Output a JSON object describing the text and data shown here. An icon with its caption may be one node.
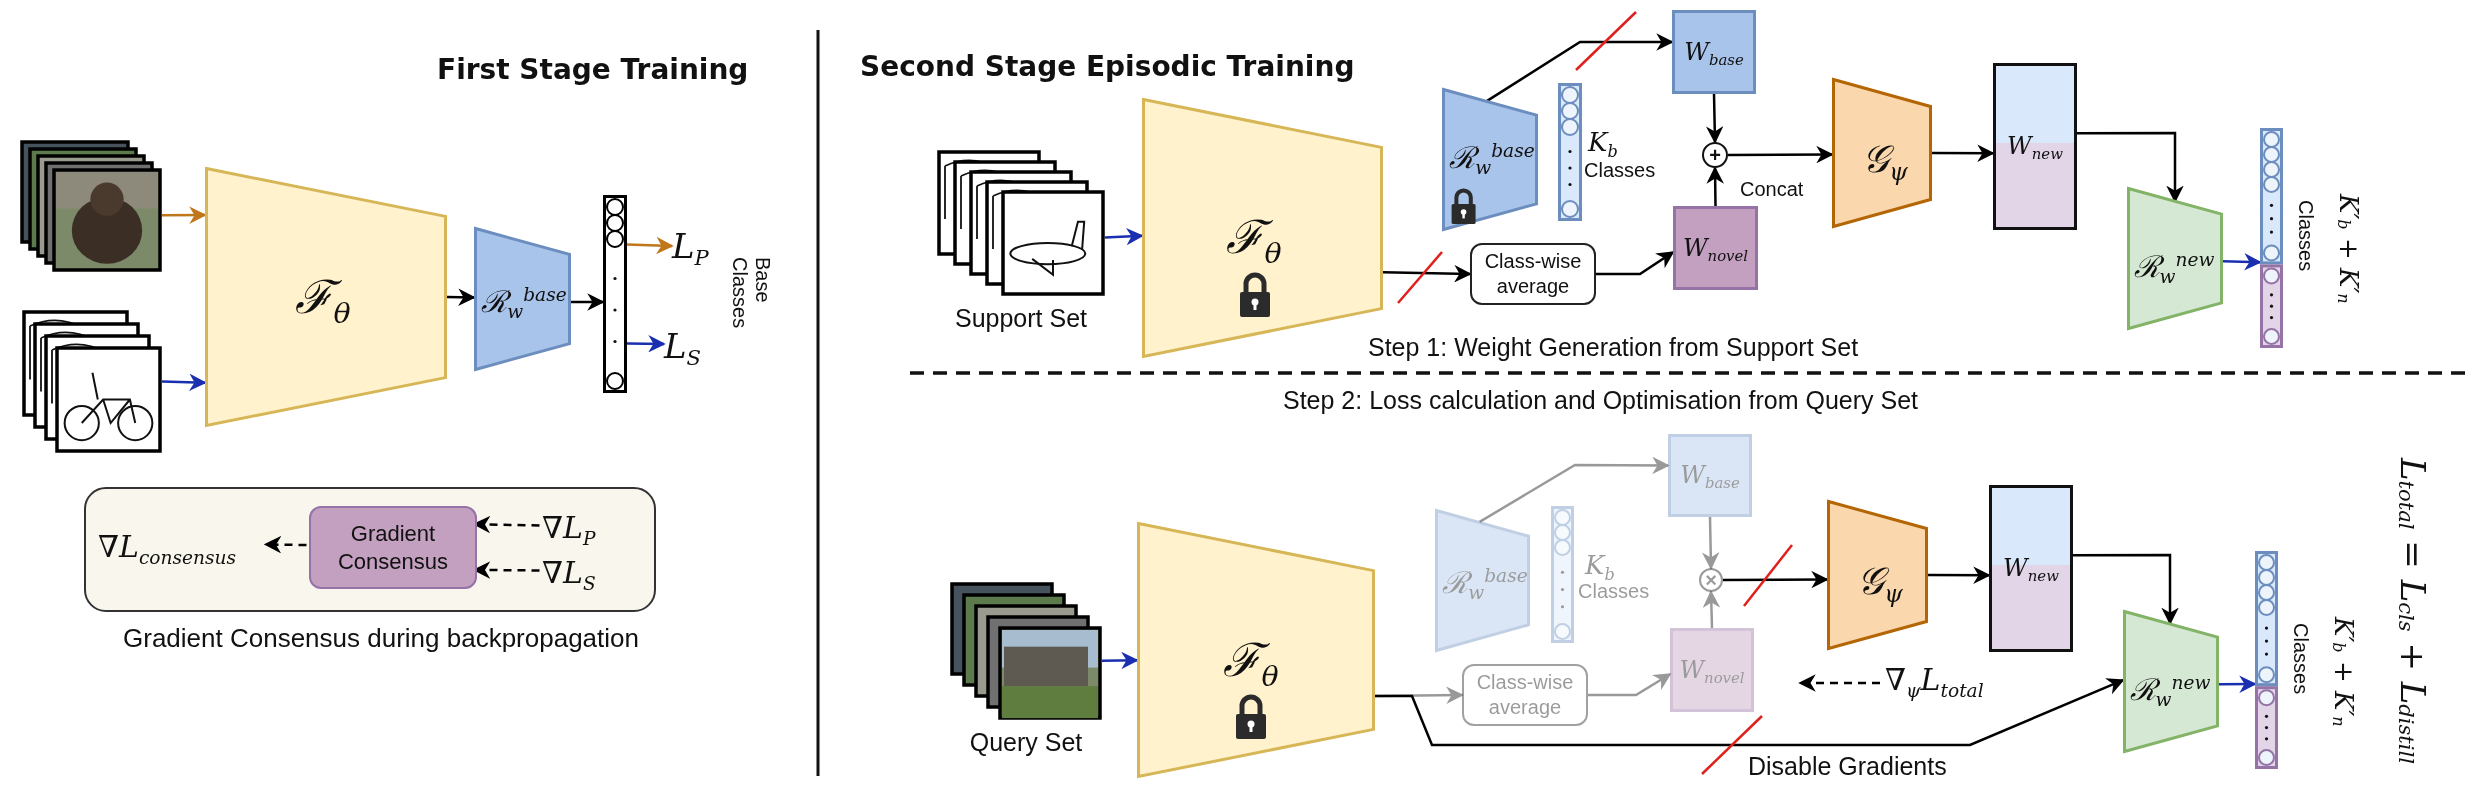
{
  "diagram": {
    "nodes": [
      {
        "text": [],
        "shape": "picture"
      },
      {
        "text": [],
        "shape": "picture"
      },
      {
        "text": [
          "ℱ$_{θ}$"
        ]
      },
      {
        "text": [
          "ℛ$_{w}$$^{base}$"
        ]
      },
      {
        "text": [],
        "shape": "bar"
      },
      {
        "text": [
          "L$_{P}$"
        ]
      },
      {
        "text": [
          "L$_{S}$"
        ]
      },
      {
        "text": [
          "Gradient Consensus during backpropagation"
        ]
      },
      {
        "text": [
          "Gradient Consensus"
        ],
        "in": 7
      },
      {
        "text": [
          "∇L$_{consensus}$"
        ],
        "in": 7
      },
      {
        "text": [
          "∇L$_{P}$"
        ],
        "in": 7
      },
      {
        "text": [
          "∇L$_{S}$"
        ],
        "in": 7
      },
      {
        "text": [],
        "shape": "picture",
        "beside": [
          "Support Set"
        ]
      },
      {
        "text": [
          "ℱ$_{θ}$"
        ]
      },
      {
        "text": [
          "ℛ$_{w}$$^{base}$"
        ]
      },
      {
        "text": [],
        "shape": "bar",
        "beside": [
          "K$_{b}$",
          "Classes"
        ]
      },
      {
        "text": [
          "Class-wise average"
        ]
      },
      {
        "text": [
          "W$_{base}$"
        ]
      },
      {
        "text": [
          "+"
        ]
      },
      {
        "text": [
          "W$_{novel}$"
        ]
      },
      {
        "text": [
          "𝒢$_{ψ}$"
        ]
      },
      {
        "text": [
          "W$_{new}$"
        ]
      },
      {
        "text": [
          "ℛ$_{w}$$^{new}$"
        ]
      },
      {
        "text": [],
        "shape": "bar",
        "beside": [
          "Classes",
          "K′$_{b}$ + K′$_{n}$"
        ]
      },
      {
        "text": [],
        "shape": "picture",
        "beside": [
          "Query Set"
        ]
      },
      {
        "text": [
          "ℱ$_{θ}$"
        ]
      },
      {
        "text": [
          "ℛ$_{w}$$^{base}$"
        ]
      },
      {
        "text": [],
        "shape": "bar",
        "beside": [
          "K$_{b}$",
          "Classes"
        ]
      },
      {
        "text": [
          "Class-wise average"
        ]
      },
      {
        "text": [
          "W$_{base}$"
        ]
      },
      {
        "text": [
          "×"
        ]
      },
      {
        "text": [
          "W$_{novel}$"
        ]
      },
      {
        "text": [
          "𝒢$_{ψ}$"
        ]
      },
      {
        "text": [
          "W$_{new}$"
        ]
      },
      {
        "text": [
          "ℛ$_{w}$$^{new}$"
        ]
      },
      {
        "text": [],
        "shape": "bar",
        "beside": [
          "Classes",
          "K′$_{b}$ + K′$_{n}$"
        ]
      }
    ],
    "edges": [
      {
        "from": 0,
        "to": 2,
        "arrow": "to",
        "color": "#c0761a"
      },
      {
        "from": 1,
        "to": 2,
        "arrow": "to",
        "color": "#1a2fb0"
      },
      {
        "from": 2,
        "to": 3,
        "arrow": "to"
      },
      {
        "from": 3,
        "to": 4,
        "arrow": "to"
      },
      {
        "from": 4,
        "to": 5,
        "arrow": "to",
        "color": "#c0761a"
      },
      {
        "from": 4,
        "to": 6,
        "arrow": "to",
        "color": "#1a2fb0"
      },
      {
        "from": 10,
        "to": 8,
        "arrow": "to",
        "style": "dashed"
      },
      {
        "from": 11,
        "to": 8,
        "arrow": "to",
        "style": "dashed"
      },
      {
        "from": 8,
        "to": 9,
        "arrow": "to",
        "style": "dashed"
      },
      {
        "from": 12,
        "to": 13,
        "arrow": "to",
        "color": "#1a2fb0"
      },
      {
        "from": 13,
        "to": 16,
        "arrow": "to"
      },
      {
        "from": 16,
        "to": 19,
        "arrow": "to"
      },
      {
        "from": 14,
        "to": 17,
        "arrow": "to"
      },
      {
        "from": 17,
        "to": 18,
        "arrow": "to"
      },
      {
        "from": 19,
        "to": 18,
        "arrow": "to"
      },
      {
        "from": 18,
        "to": 20,
        "arrow": "to"
      },
      {
        "from": 20,
        "to": 21,
        "arrow": "to"
      },
      {
        "from": 21,
        "to": 22,
        "arrow": "to"
      },
      {
        "from": 22,
        "to": 23,
        "arrow": "to",
        "color": "#1a2fb0"
      },
      {
        "from": 24,
        "to": 25,
        "arrow": "to",
        "color": "#1a2fb0"
      },
      {
        "from": 25,
        "to": 28,
        "arrow": "to",
        "color": "#999999"
      },
      {
        "from": 28,
        "to": 31,
        "arrow": "to",
        "color": "#999999"
      },
      {
        "from": 26,
        "to": 29,
        "arrow": "to",
        "color": "#999999"
      },
      {
        "from": 29,
        "to": 30,
        "arrow": "to",
        "color": "#999999"
      },
      {
        "from": 31,
        "to": 30,
        "arrow": "to",
        "color": "#999999"
      },
      {
        "from": 30,
        "to": 32,
        "arrow": "to"
      },
      {
        "from": 32,
        "to": 33,
        "arrow": "to"
      },
      {
        "from": 33,
        "to": 34,
        "arrow": "to"
      },
      {
        "from": 34,
        "to": 35,
        "arrow": "to",
        "color": "#1a2fb0"
      },
      {
        "from": 25,
        "to": 34,
        "arrow": "to",
        "label": "Disable Gradients"
      }
    ],
    "labels": [
      "First Stage Training",
      "Base Classes",
      "Second Stage Episodic Training",
      "Concat",
      "Step 1: Weight Generation from Support Set",
      "Step 2: Loss calculation and Optimisation from Query Set",
      "∇$_{ψ}$L$_{total}$",
      "L$_{total}$ = L$_{cls}$ + L$_{distill}$"
    ]
  }
}
